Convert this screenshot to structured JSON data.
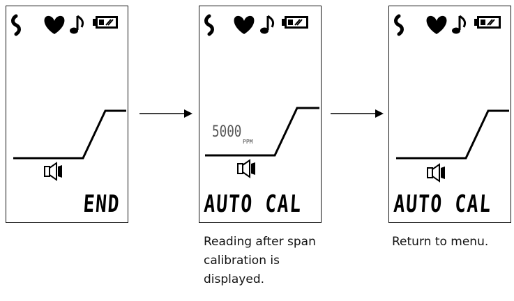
{
  "screens": [
    {
      "mode": "END",
      "reading": null
    },
    {
      "mode": "AUTO CAL",
      "reading": {
        "value": "5000",
        "unit": "PPM"
      }
    },
    {
      "mode": "AUTO CAL",
      "reading": null
    }
  ],
  "captions": {
    "screen_2": [
      "Reading after span",
      "calibration is",
      "displayed."
    ],
    "screen_3": [
      "Return to menu."
    ]
  },
  "icons": [
    "sensor-icon",
    "heart-icon",
    "music-note-icon",
    "battery-icon",
    "speaker-icon"
  ],
  "colors": {
    "foreground": "#000000",
    "reading_text": "#555555",
    "background": "#ffffff"
  }
}
